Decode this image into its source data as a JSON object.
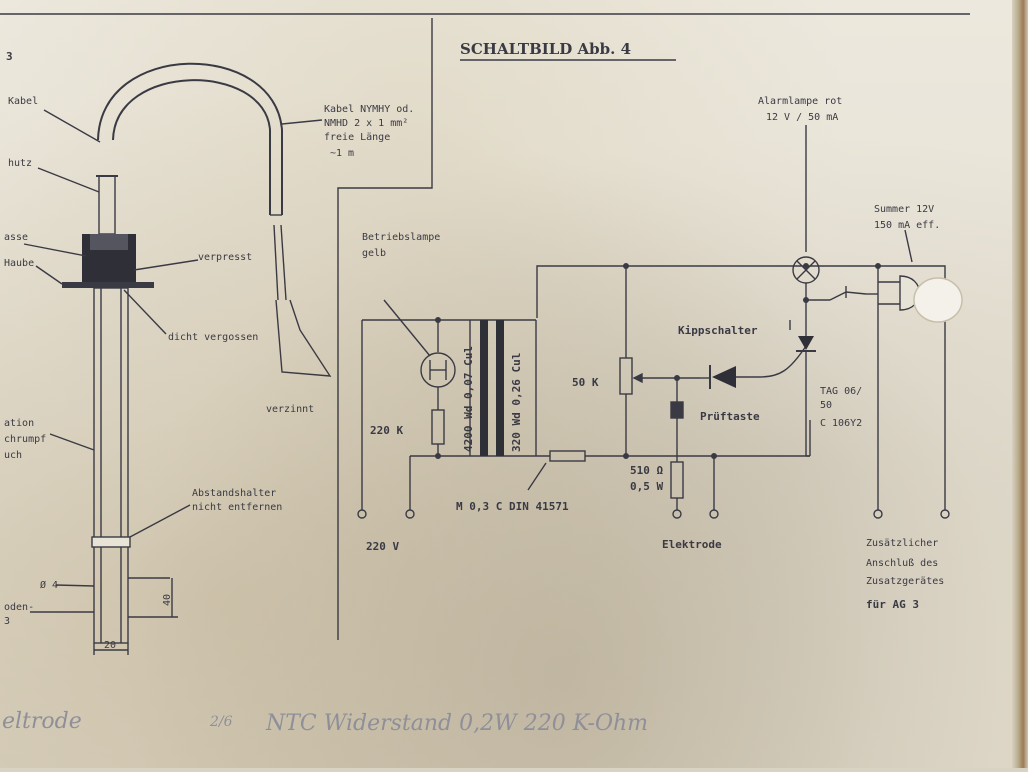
{
  "sheet": {
    "title": "SCHALTBILD Abb. 4",
    "fig_number": "3",
    "handwritten_note": "NTC Widerstand 0,2W 220 K-Ohm",
    "handwritten_left": "eltrode",
    "handwritten_fraction": "2/6"
  },
  "probe_drawing": {
    "cable_label": "Kabel",
    "cable_spec": [
      "Kabel NYMHY od.",
      "NMHD 2 x 1 mm²",
      "freie Länge",
      "~1 m"
    ],
    "tinned_label": "verzinnt",
    "sleeve_label": "hutz",
    "mass_label": "asse",
    "hood_label": "Haube",
    "pressed_label": "verpresst",
    "sealed_label": "dicht vergossen",
    "insulation_label": [
      "ation",
      "chrumpf",
      "uch"
    ],
    "spacer_label": [
      "Abstandshalter",
      "nicht entfernen"
    ],
    "dia_label": "Ø 4",
    "bottom_label": [
      "oden-",
      "3"
    ],
    "dim_40": "40",
    "dim_20": "20"
  },
  "schematic": {
    "lamp_label": [
      "Betriebslampe",
      "gelb"
    ],
    "alarm_label": [
      "Alarmlampe rot",
      "12 V / 50 mA"
    ],
    "buzzer_label": [
      "Summer 12V",
      "150 mA eff."
    ],
    "switch_label": "Kippschalter",
    "pot_label": "50 K",
    "test_label": "Prüftaste",
    "resistor_220k": "220 K",
    "primary_label": "4200 Wd 0,07 Cul",
    "secondary_label": "320 Wd 0,26 Cul",
    "fuse_label": "M 0,3 C DIN 41571",
    "resistor_510": [
      "510 Ω",
      "0,5 W"
    ],
    "thyristor_label": [
      "TAG 06/",
      "50",
      "C 106Y2"
    ],
    "mains_label": "220 V",
    "electrode_label": "Elektrode",
    "extra_label": [
      "Zusätzlicher",
      "Anschluß des",
      "Zusatzgerätes",
      "für AG 3"
    ]
  },
  "colors": {
    "ink": "#3a3a44",
    "paper": "#e8e3d7",
    "pencil": "#8e8f99"
  }
}
